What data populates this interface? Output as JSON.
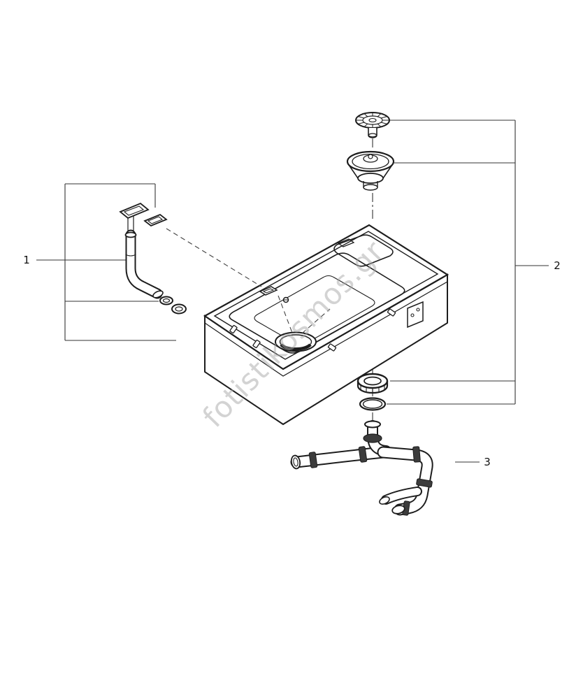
{
  "page": {
    "background_color": "#ffffff",
    "line_color": "#1d1d1d",
    "watermark_color": "#a8a8a8"
  },
  "watermark": {
    "text": "fotistikosmos.gr"
  },
  "callouts": {
    "part1": "1",
    "part2": "2",
    "part3": "3"
  }
}
